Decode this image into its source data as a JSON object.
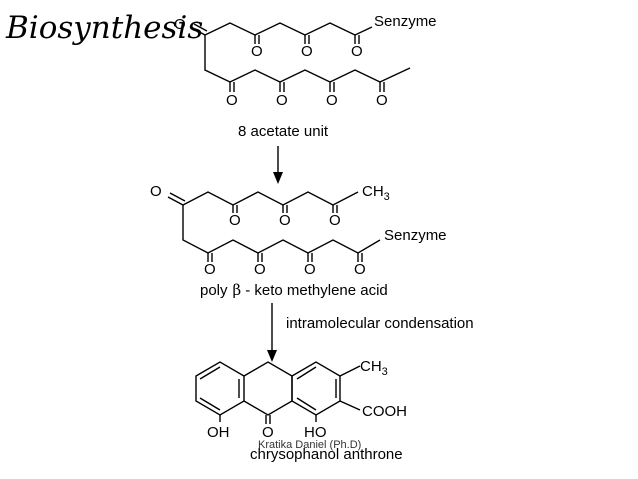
{
  "slide": {
    "title": "Biosynthesis",
    "step1_label": "8 acetate unit",
    "step2_label_prefix": "poly",
    "step2_label_symbol": "β",
    "step2_label_suffix": "- keto methylene acid",
    "step3_arrow_label": "intramolecular condensation",
    "product_label": "chrysophanol anthrone",
    "credit": "Kratika Daniel (Ph.D)"
  },
  "atoms": {
    "oxygen": "O",
    "s_enzyme": "Senzyme",
    "ch3_main": "CH",
    "ch3_sub": "3",
    "hydroxyl_left": "OH",
    "hydroxyl_right": "HO",
    "carboxyl": "COOH"
  }
}
